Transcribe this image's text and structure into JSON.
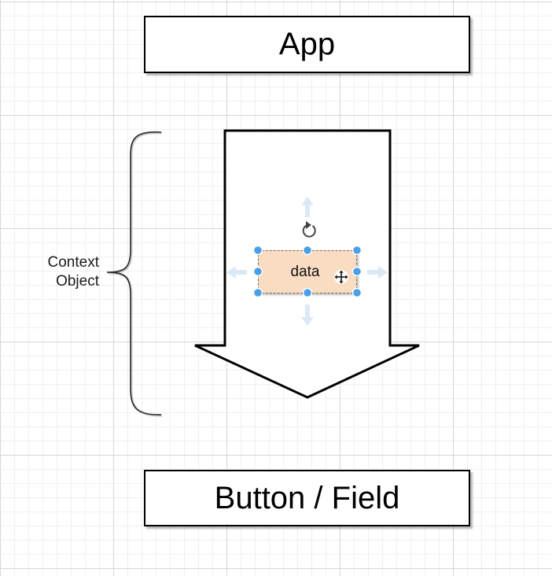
{
  "diagram": {
    "top_box_label": "App",
    "bottom_box_label": "Button / Field",
    "brace_label_line1": "Context",
    "brace_label_line2": "Object",
    "selected_shape_label": "data"
  },
  "colors": {
    "data_fill": "#f9dcc2",
    "selection_handle": "#4a9fe8",
    "hint_arrow": "#dbe9f7"
  },
  "icons": {
    "rotate_handle": "rotate-icon",
    "move_cursor": "move-cursor-icon",
    "hint_arrows": [
      "arrow-up-hint-icon",
      "arrow-down-hint-icon",
      "arrow-left-hint-icon",
      "arrow-right-hint-icon"
    ]
  }
}
